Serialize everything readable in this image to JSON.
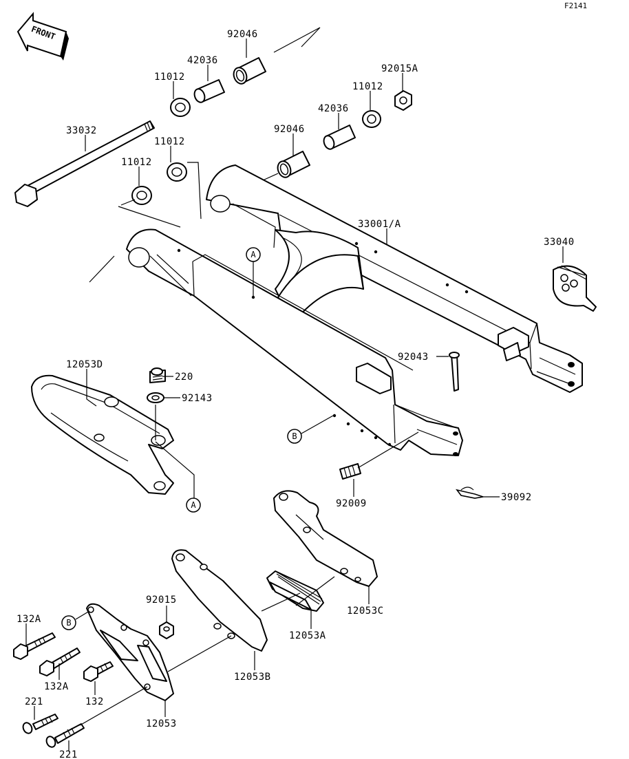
{
  "figure_code": "F2141",
  "front_label": "FRONT",
  "refs": {
    "a": "A",
    "b": "B"
  },
  "parts": {
    "p92046_top": "92046",
    "p42036_top": "42036",
    "p11012_top": "11012",
    "p92015A": "92015A",
    "p11012_right": "11012",
    "p42036_right": "42036",
    "p92046_right": "92046",
    "p33032": "33032",
    "p11012_mid": "11012",
    "p11012_left": "11012",
    "p33001A": "33001/A",
    "p33040": "33040",
    "p12053D": "12053D",
    "p220": "220",
    "p92143": "92143",
    "p92043": "92043",
    "p92009": "92009",
    "p39092": "39092",
    "p12053C": "12053C",
    "p12053A": "12053A",
    "p92015": "92015",
    "p132A_top": "132A",
    "p132A_bot": "132A",
    "p132": "132",
    "p12053B": "12053B",
    "p221_top": "221",
    "p221_bot": "221",
    "p12053": "12053"
  }
}
